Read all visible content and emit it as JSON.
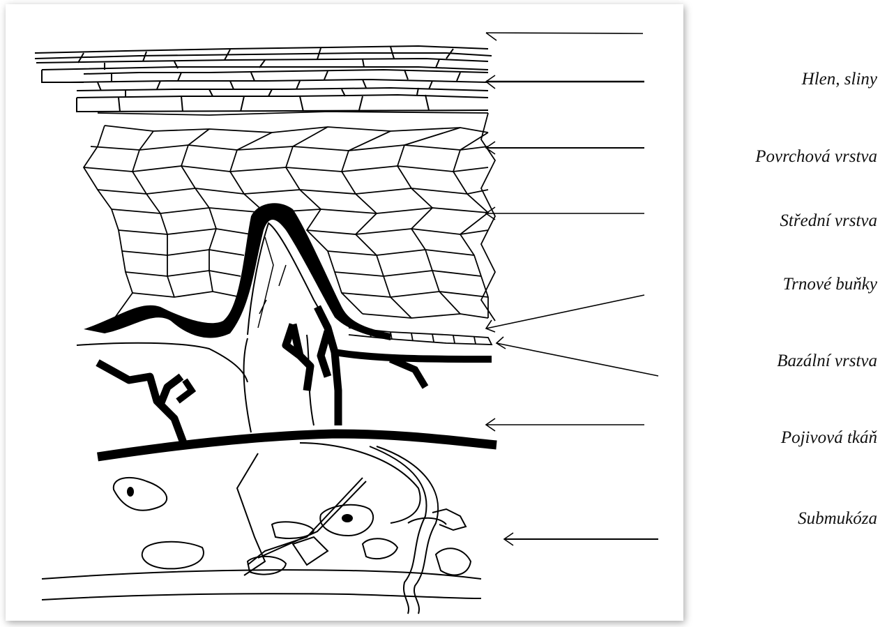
{
  "labels": [
    "Hlen, sliny",
    "Povrchová vrstva",
    "Střední vrstva",
    "Trnové buňky",
    "Bazální vrstva",
    "Pojivová tkáň",
    "Submukóza"
  ],
  "colors": {
    "ink": "#000000",
    "paper": "#ffffff"
  }
}
